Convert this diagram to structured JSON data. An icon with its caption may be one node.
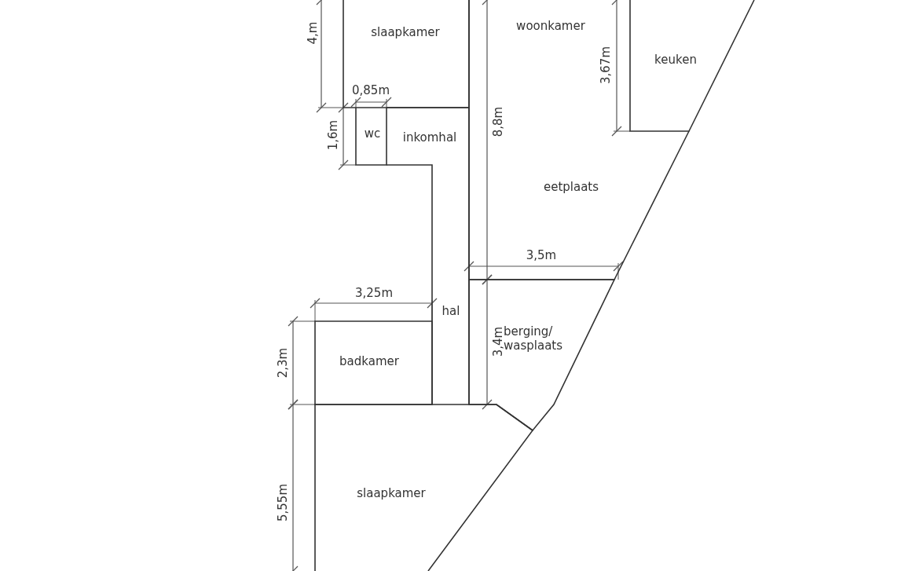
{
  "diagram": {
    "nodes": [
      {
        "text": [
          "slaapkamer"
        ]
      },
      {
        "text": [
          "woonkamer"
        ]
      },
      {
        "text": [
          "keuken"
        ]
      },
      {
        "text": [
          "wc"
        ]
      },
      {
        "text": [
          "inkomhal"
        ]
      },
      {
        "text": [
          "eetplaats"
        ]
      },
      {
        "text": [
          "hal"
        ]
      },
      {
        "text": [
          "badkamer"
        ]
      },
      {
        "text": [
          "berging/ wasplaats"
        ]
      },
      {
        "text": [
          "slaapkamer"
        ]
      }
    ],
    "labels": [
      "4,m",
      "3,67m",
      "0,85m",
      "8,8m",
      "1,6m",
      "3,5m",
      "3,25m",
      "3,4m",
      "2,3m",
      "5,55m"
    ]
  }
}
